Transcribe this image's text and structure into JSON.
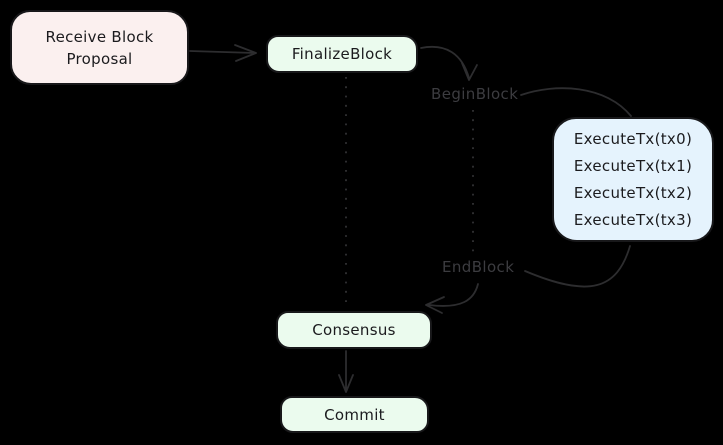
{
  "diagram": {
    "title": "Block execution flow diagram",
    "background_color": "#000000",
    "stroke_color": "#2d2d2f",
    "edge_label_color": "#3c3c40",
    "nodes": {
      "receive": {
        "line1": "Receive Block",
        "line2": "Proposal",
        "fill": "#fbf0ef"
      },
      "finalize": {
        "label": "FinalizeBlock",
        "fill": "#ebfbee"
      },
      "execute": {
        "lines": [
          "ExecuteTx(tx0)",
          "ExecuteTx(tx1)",
          "ExecuteTx(tx2)",
          "ExecuteTx(tx3)"
        ],
        "fill": "#e5f3fd"
      },
      "consensus": {
        "label": "Consensus",
        "fill": "#ebfbee"
      },
      "commit": {
        "label": "Commit",
        "fill": "#ebfbee"
      }
    },
    "edge_labels": {
      "begin": "BeginBlock",
      "end": "EndBlock"
    }
  }
}
